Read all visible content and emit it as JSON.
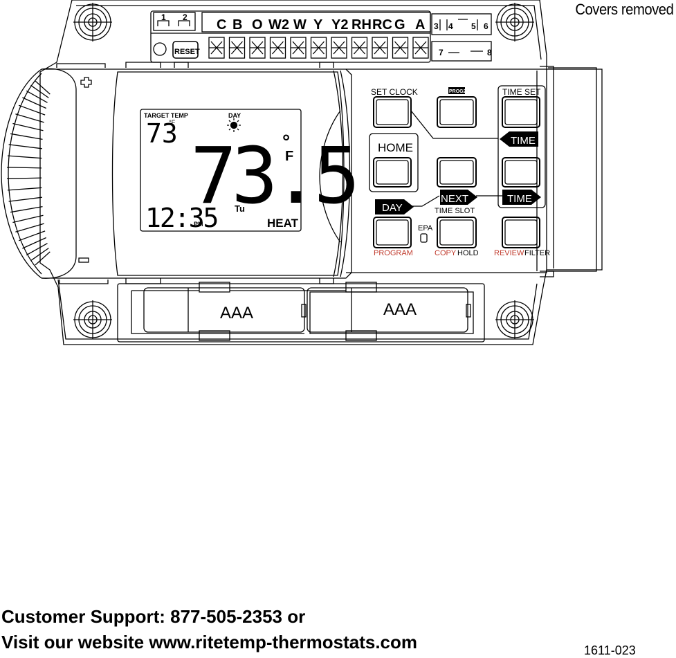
{
  "note": {
    "covers": "Covers removed"
  },
  "terminals": {
    "jumpers_left": [
      "1",
      "2"
    ],
    "labels": [
      "C",
      "B",
      "O",
      "W2",
      "W",
      "Y",
      "Y2",
      "RH",
      "RC",
      "G",
      "A"
    ],
    "jumpers_right": [
      "3",
      "4",
      "5",
      "6",
      "7",
      "8"
    ],
    "reset_label": "RESET"
  },
  "display": {
    "target_label": "TARGET TEMP",
    "target_value": "73",
    "target_unit": "°F",
    "day_label": "DAY",
    "current_temp": "73.5",
    "current_unit_deg": "°",
    "current_unit_f": "F",
    "time": "12:35",
    "ampm": "PM",
    "weekday": "Tu",
    "mode": "HEAT"
  },
  "buttons": {
    "set_clock": "SET CLOCK",
    "prog2": "PROG2",
    "time_set": "TIME SET",
    "time_back": "TIME",
    "home": "HOME",
    "next": "NEXT",
    "time_fwd": "TIME",
    "day": "DAY",
    "time_slot": "TIME SLOT",
    "epa": "EPA",
    "program": "PROGRAM",
    "copy": "COPY",
    "hold": "HOLD",
    "review": "REVIEW",
    "filter": "FILTER"
  },
  "batteries": [
    "AAA",
    "AAA"
  ],
  "footer": {
    "support_line": "Customer Support: 877-505-2353  or",
    "website_line": "Visit our website    www.ritetemp-thermostats.com",
    "part_number": "1611-023"
  },
  "colors": {
    "ink": "#000000",
    "accent_red": "#c0392b",
    "paper": "#ffffff"
  }
}
